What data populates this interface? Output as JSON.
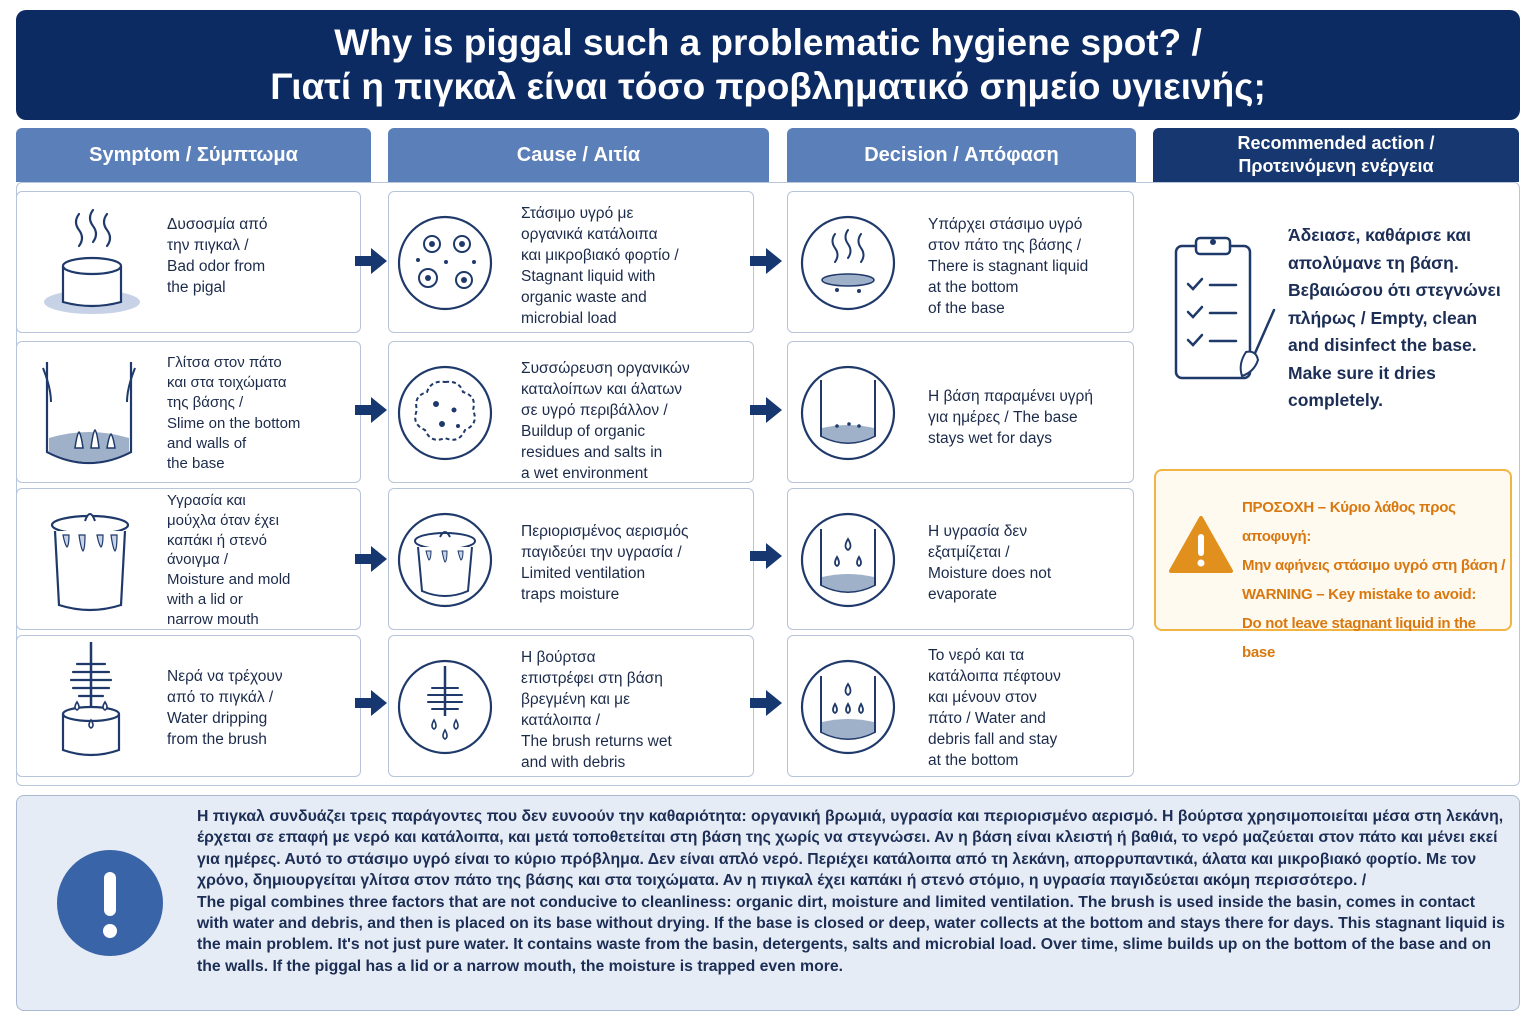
{
  "title": {
    "line1": "Why is piggal such a problematic hygiene spot? /",
    "line2": "Γιατί η πιγκαλ είναι τόσο προβληματικό σημείο υγιεινής;"
  },
  "columns": {
    "symptom": "Symptom / Σύμπτωμα",
    "cause": "Cause / Αιτία",
    "decision": "Decision / Απόφαση",
    "action_line1": "Recommended action /",
    "action_line2": "Προτεινόμενη ενέργεια"
  },
  "rows": [
    {
      "symptom": "Δυσοσμία από\nτην πιγκαλ /\nBad odor from\nthe pigal",
      "cause": "Στάσιμο υγρό με\nοργανικά κατάλοιπα\nκαι μικροβιακό φορτίο /\nStagnant liquid with\norganic waste and\nmicrobial load",
      "decision": "Υπάρχει στάσιμο υγρό\nστον πάτο της βάσης /\nThere is stagnant liquid\nat the bottom\nof the base"
    },
    {
      "symptom": "Γλίτσα στον πάτο\nκαι στα τοιχώματα\nτης βάσης /\nSlime on the bottom\nand walls of\nthe base",
      "cause": "Συσσώρευση οργανικών\nκαταλοίπων και άλατων\nσε υγρό περιβάλλον /\nBuildup of organic\nresidues and salts in\na wet environment",
      "decision": "Η βάση παραμένει υγρή\nγια ημέρες / The base\nstays wet for days"
    },
    {
      "symptom": "Υγρασία και\nμούχλα όταν έχει\nκαπάκι ή στενό\nάνοιγμα /\nMoisture and mold\nwith a lid or\nnarrow mouth",
      "cause": "Περιορισμένος αερισμός\nπαγιδεύει την υγρασία /\nLimited ventilation\ntraps moisture",
      "decision": "Η υγρασία δεν\nεξατμίζεται /\nMoisture does not\nevaporate"
    },
    {
      "symptom": "Νερά να τρέχουν\nαπό το πιγκάλ /\nWater dripping\nfrom the brush",
      "cause": "Η βούρτσα\nεπιστρέφει στη βάση\nβρεγμένη και με\nκατάλοιπα /\nThe brush returns wet\nand with debris",
      "decision": "Το νερό και τα\nκατάλοιπα πέφτουν\nκαι μένουν στον\nπάτο / Water and\ndebris fall and stay\nat the bottom"
    }
  ],
  "action": {
    "text": "Άδειασε, καθάρισε και\nαπολύμανε τη βάση.\nΒεβαιώσου ότι στεγνώνει\nπλήρως / Empty, clean\nand disinfect the base.\nMake sure it dries\ncompletely."
  },
  "warning": {
    "text": "ΠΡΟΣΟΧΗ – Κύριο λάθος προς αποφυγή:\nΜην αφήνεις στάσιμο υγρό στη βάση /\nWARNING – Key mistake to avoid:\nDo not leave stagnant liquid in the base"
  },
  "info": {
    "greek": "Η πιγκαλ συνδυάζει τρεις παράγοντες που δεν ευνοούν την καθαριότητα: οργανική βρωμιά, υγρασία και περιορισμένο αερισμό. Η βούρτσα χρησιμοποιείται μέσα στη λεκάνη, έρχεται σε επαφή με νερό και κατάλοιπα, και μετά τοποθετείται στη βάση της χωρίς να στεγνώσει. Αν η βάση είναι κλειστή ή βαθιά, το νερό μαζεύεται στον πάτο και μένει εκεί για ημέρες. Αυτό το στάσιμο υγρό είναι το κύριο πρόβλημα. Δεν είναι απλό νερό. Περιέχει κατάλοιπα από τη λεκάνη, απορρυπαντικά, άλατα και μικροβιακό φορτίο. Με τον χρόνο, δημιουργείται γλίτσα στον πάτο της βάσης και στα τοιχώματα. Αν η πιγκαλ έχει καπάκι ή στενό στόμιο, η υγρασία παγιδεύεται ακόμη περισσότερο. /",
    "english": "The pigal combines three factors that are not conducive to cleanliness: organic dirt, moisture and limited ventilation. The brush is used inside the basin, comes in contact with water and debris, and then is placed on its base without drying. If the base is closed or deep, water collects at the bottom and stays there for days. This stagnant liquid is the main problem. It's not just pure water. It contains waste from the basin, detergents, salts and microbial load. Over time, slime builds up on the bottom of the base and on the walls. If the piggal has a lid or a narrow mouth, the moisture is trapped even more."
  },
  "colors": {
    "navy": "#0d2b63",
    "header_light": "#5b7fb8",
    "arrow": "#16376f",
    "warning": "#d9780f",
    "info_circle": "#3a64a8"
  }
}
